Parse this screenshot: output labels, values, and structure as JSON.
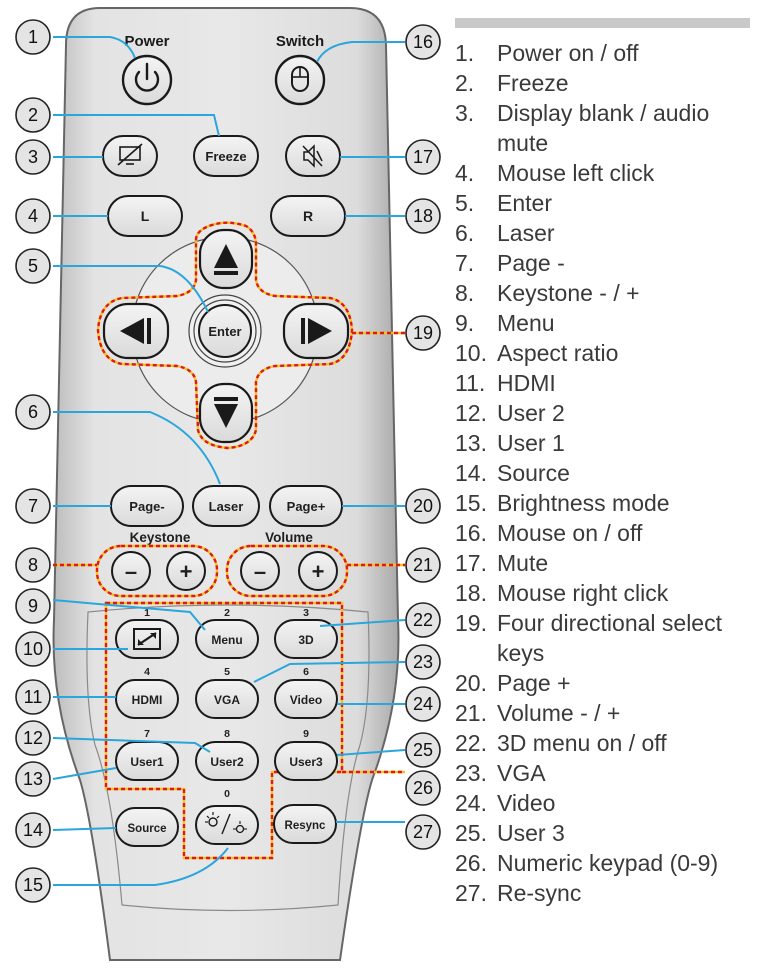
{
  "remote": {
    "labels": {
      "power": "Power",
      "switch": "Switch",
      "keystone": "Keystone",
      "volume": "Volume"
    },
    "buttons": {
      "freeze": "Freeze",
      "l": "L",
      "r": "R",
      "enter": "Enter",
      "page_minus": "Page-",
      "laser": "Laser",
      "page_plus": "Page+",
      "minus": "–",
      "plus": "+",
      "menu": "Menu",
      "three_d": "3D",
      "hdmi": "HDMI",
      "vga": "VGA",
      "video": "Video",
      "user1": "User1",
      "user2": "User2",
      "user3": "User3",
      "source": "Source",
      "resync": "Resync"
    },
    "digits": [
      "1",
      "2",
      "3",
      "4",
      "5",
      "6",
      "7",
      "8",
      "9",
      "0"
    ],
    "icons": {
      "power": "power-icon",
      "mouse": "mouse-icon",
      "blank": "display-blank-icon",
      "mute": "mute-icon",
      "up": "arrow-up-icon",
      "down": "arrow-down-icon",
      "left": "arrow-left-icon",
      "right": "arrow-right-icon",
      "aspect": "aspect-ratio-icon",
      "brightness": "brightness-icon"
    }
  },
  "callouts": [
    "1",
    "2",
    "3",
    "4",
    "5",
    "6",
    "7",
    "8",
    "9",
    "10",
    "11",
    "12",
    "13",
    "14",
    "15",
    "16",
    "17",
    "18",
    "19",
    "20",
    "21",
    "22",
    "23",
    "24",
    "25",
    "26",
    "27"
  ],
  "legend": [
    {
      "n": "1.",
      "t": "Power on / off"
    },
    {
      "n": "2.",
      "t": "Freeze"
    },
    {
      "n": "3.",
      "t": "Display blank / audio mute"
    },
    {
      "n": "4.",
      "t": "Mouse left click"
    },
    {
      "n": "5.",
      "t": "Enter"
    },
    {
      "n": "6.",
      "t": "Laser"
    },
    {
      "n": "7.",
      "t": "Page -"
    },
    {
      "n": "8.",
      "t": "Keystone - / +"
    },
    {
      "n": "9.",
      "t": "Menu"
    },
    {
      "n": "10.",
      "t": "Aspect ratio"
    },
    {
      "n": "11.",
      "t": "HDMI"
    },
    {
      "n": "12.",
      "t": "User 2"
    },
    {
      "n": "13.",
      "t": "User 1"
    },
    {
      "n": "14.",
      "t": "Source"
    },
    {
      "n": "15.",
      "t": "Brightness mode"
    },
    {
      "n": "16.",
      "t": "Mouse on / off"
    },
    {
      "n": "17.",
      "t": "Mute"
    },
    {
      "n": "18.",
      "t": "Mouse right click"
    },
    {
      "n": "19.",
      "t": "Four directional select keys"
    },
    {
      "n": "20.",
      "t": "Page +"
    },
    {
      "n": "21.",
      "t": "Volume - / +"
    },
    {
      "n": "22.",
      "t": "3D menu on / off"
    },
    {
      "n": "23.",
      "t": "VGA"
    },
    {
      "n": "24.",
      "t": "Video"
    },
    {
      "n": "25.",
      "t": "User 3"
    },
    {
      "n": "26.",
      "t": "Numeric keypad (0-9)"
    },
    {
      "n": "27.",
      "t": "Re-sync"
    }
  ],
  "colors": {
    "callout_line": "#2aa6dc",
    "highlight_dash": "#e01818",
    "highlight_dash2": "#f3c21a",
    "body_fill": "#dcdcdc",
    "legend_text": "#3a3a3a"
  }
}
